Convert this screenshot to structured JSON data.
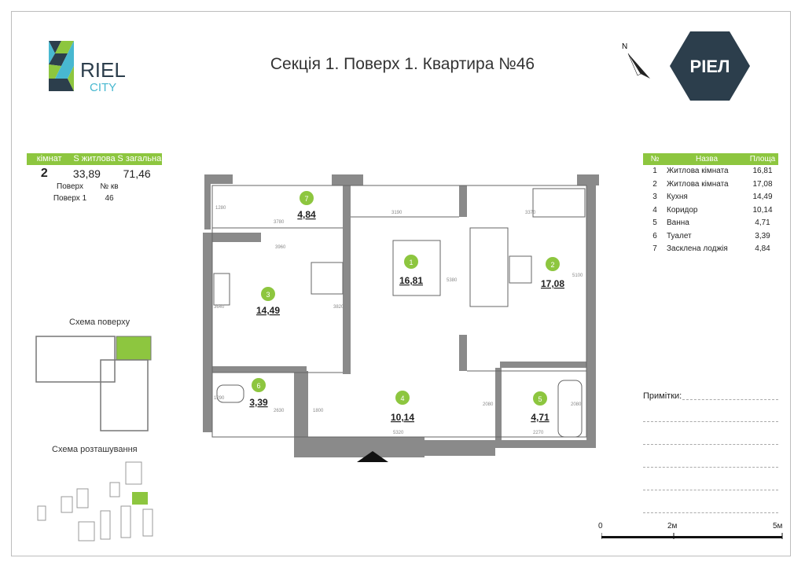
{
  "header": {
    "title": "Секція 1. Поверх 1. Квартира №46"
  },
  "logo": {
    "riel_text": "RIEL",
    "city_text": "CITY"
  },
  "brand": {
    "text": "РІЕЛ"
  },
  "compass": {
    "label": "N"
  },
  "summary": {
    "headers": [
      "кімнат",
      "S житлова",
      "S загальна"
    ],
    "rooms_count": "2",
    "living_area": "33,89",
    "total_area": "71,46",
    "floor_label": "Поверх",
    "apt_label": "№ кв",
    "floor_value": "Поверх 1",
    "apt_value": "46"
  },
  "room_table": {
    "headers": [
      "№",
      "Назва",
      "Площа"
    ],
    "rows": [
      {
        "n": "1",
        "name": "Житлова кімната",
        "area": "16,81"
      },
      {
        "n": "2",
        "name": "Житлова кімната",
        "area": "17,08"
      },
      {
        "n": "3",
        "name": "Кухня",
        "area": "14,49"
      },
      {
        "n": "4",
        "name": "Коридор",
        "area": "10,14"
      },
      {
        "n": "5",
        "name": "Ванна",
        "area": "4,71"
      },
      {
        "n": "6",
        "name": "Туалет",
        "area": "3,39"
      },
      {
        "n": "7",
        "name": "Засклена лоджія",
        "area": "4,84"
      }
    ]
  },
  "plan": {
    "rooms": [
      {
        "n": "1",
        "area": "16,81"
      },
      {
        "n": "2",
        "area": "17,08"
      },
      {
        "n": "3",
        "area": "14,49"
      },
      {
        "n": "4",
        "area": "10,14"
      },
      {
        "n": "5",
        "area": "4,71"
      },
      {
        "n": "6",
        "area": "3,39"
      },
      {
        "n": "7",
        "area": "4,84"
      }
    ],
    "dimensions": [
      "3780",
      "1280",
      "3190",
      "3370",
      "3960",
      "3640",
      "3820",
      "5380",
      "5100",
      "1290",
      "2630",
      "1800",
      "5320",
      "2080",
      "2080",
      "2270"
    ]
  },
  "captions": {
    "floor_scheme": "Схема поверху",
    "site_scheme": "Схема розташування",
    "notes": "Примітки:"
  },
  "scale": {
    "labels": [
      "0",
      "2м",
      "5м"
    ]
  },
  "colors": {
    "accent": "#8dc63f",
    "brand": "#2c3e4c",
    "wall": "#8a8a8a"
  }
}
